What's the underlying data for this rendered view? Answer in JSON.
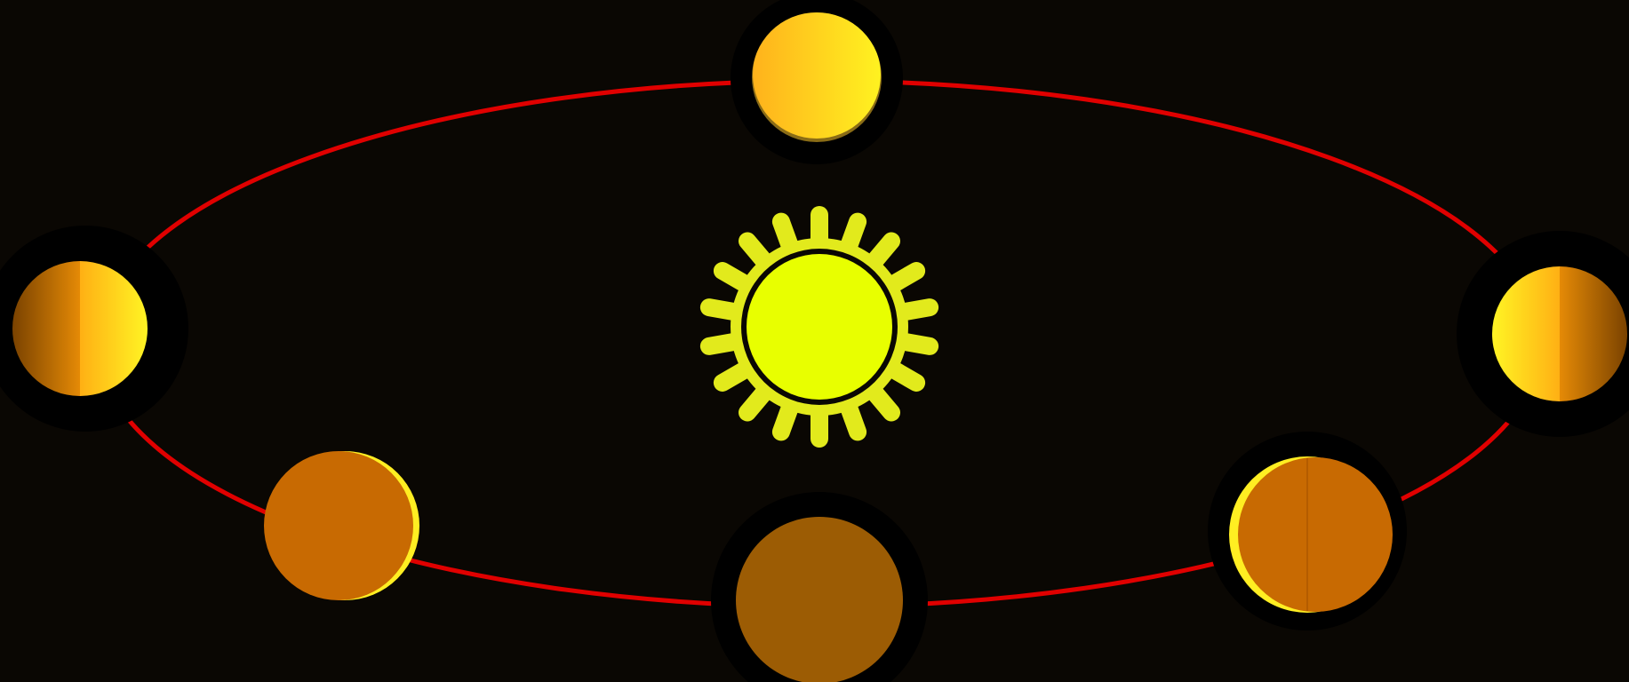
{
  "diagram": {
    "background_color": "#0a0703",
    "orbit": {
      "color": "#e00000"
    },
    "sun": {
      "icon": "sun-icon",
      "color": "#e8ff00",
      "ray_color": "#e2ea1c",
      "outline_color": "#0a0703"
    },
    "phases": [
      {
        "id": "top",
        "icon": "planet-full-phase-icon",
        "lit_fraction": 1.0,
        "lit_side": "full"
      },
      {
        "id": "left",
        "icon": "planet-half-phase-icon",
        "lit_fraction": 0.5,
        "lit_side": "right"
      },
      {
        "id": "right",
        "icon": "planet-half-phase-icon",
        "lit_fraction": 0.5,
        "lit_side": "left"
      },
      {
        "id": "lower-left",
        "icon": "planet-crescent-phase-icon",
        "lit_fraction": 0.1,
        "lit_side": "right"
      },
      {
        "id": "lower-right",
        "icon": "planet-crescent-phase-icon",
        "lit_fraction": 0.1,
        "lit_side": "left"
      },
      {
        "id": "bottom",
        "icon": "planet-new-phase-icon",
        "lit_fraction": 0.0,
        "lit_side": "none"
      }
    ],
    "colors": {
      "lit_light": "#ffee22",
      "lit_mid": "#ffc21a",
      "dark_side": "#c86a02",
      "dark_side_deep": "#b45c00",
      "new_phase": "#9c5c04",
      "halo": "#000000"
    }
  }
}
